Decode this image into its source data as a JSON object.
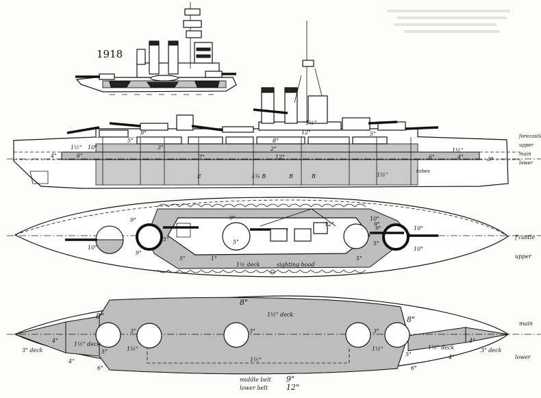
{
  "inset": {
    "year": "1918"
  },
  "profile": {
    "deck_levels": [
      "forecastle",
      "upper",
      "main",
      "lower"
    ],
    "side_labels": [
      "1½\"",
      "10\"",
      "6\"",
      "9\"",
      "5\"",
      "3\"",
      "4\"",
      "8\"",
      "12\"",
      "7\"",
      "tubes",
      "1½\"",
      "3\"",
      "12\"",
      "4\"",
      "5\"",
      "6\"",
      "2\"",
      "1½\"",
      "E",
      "1¾ B",
      "B",
      "B",
      "1½\""
    ]
  },
  "forecastle_plan": {
    "deck_labels": [
      "f'castle",
      "upper"
    ],
    "labels": [
      "9\"",
      "9\"",
      "9\"",
      "10\"",
      "10\"",
      "5\"",
      "5\"",
      "5\"",
      "12\"",
      "10\"",
      "9\"",
      "1\"",
      "1½ deck",
      "sighting hood",
      "5\"",
      "9\"",
      "10\"",
      "5\""
    ]
  },
  "main_plan": {
    "deck_labels": [
      "main",
      "lower"
    ],
    "labels": [
      "8\"",
      "1½\" deck",
      "8\"",
      "8\"",
      "3\"",
      "3\"",
      "3\"",
      "1½\" deck",
      "1½\" deck",
      "4\"",
      "4\"",
      "4\"",
      "4\"",
      "5\"",
      "5\"",
      "6\"",
      "6\"",
      "1½\"",
      "1½\"",
      "1½\"",
      "3\" deck",
      "3\" deck"
    ],
    "belt_caption": [
      {
        "name": "middle belt",
        "value": "9\""
      },
      {
        "name": "lower belt",
        "value": "12\""
      }
    ]
  }
}
